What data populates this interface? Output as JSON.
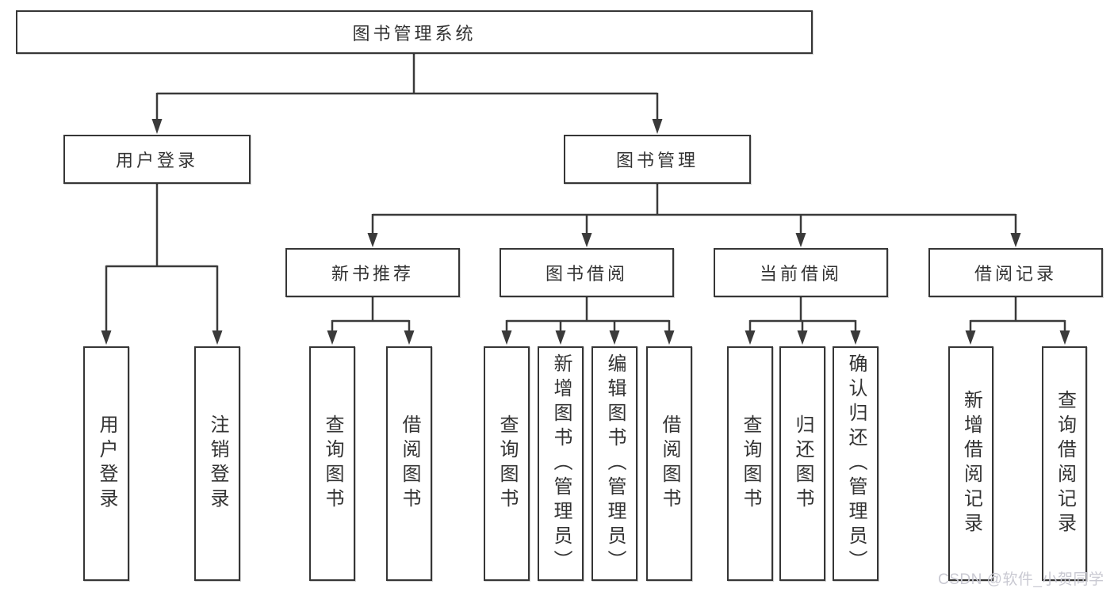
{
  "diagram": {
    "title": "图书管理系统",
    "root": {
      "label": "图书管理系统"
    },
    "level1": [
      {
        "label": "用户登录"
      },
      {
        "label": "图书管理"
      }
    ],
    "level2": [
      {
        "label": "新书推荐"
      },
      {
        "label": "图书借阅"
      },
      {
        "label": "当前借阅"
      },
      {
        "label": "借阅记录"
      }
    ],
    "leaves": {
      "user_login": [
        "用户登录",
        "注销登录"
      ],
      "new_book": [
        "查询图书",
        "借阅图书"
      ],
      "book_borrow": [
        "查询图书",
        "新增图书（管理员）",
        "编辑图书（管理员）",
        "借阅图书"
      ],
      "current_borrow": [
        "查询图书",
        "归还图书",
        "确认归还（管理员）"
      ],
      "borrow_records": [
        "新增借阅记录",
        "查询借阅记录"
      ]
    }
  },
  "watermark": {
    "text": "CSDN @软件_小贺同学"
  },
  "colors": {
    "line": "#3a3a3a",
    "box_border": "#363636",
    "text": "#333333",
    "watermark": "#c9c9d2",
    "background": "#ffffff"
  }
}
